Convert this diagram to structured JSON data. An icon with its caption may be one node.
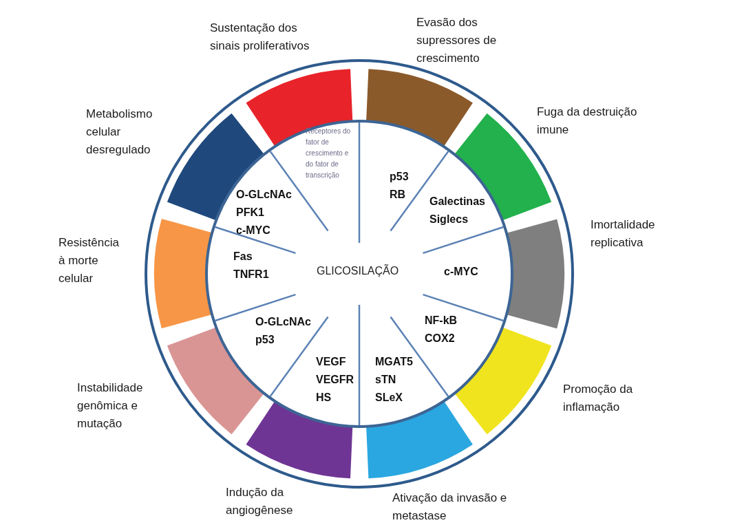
{
  "diagram": {
    "nodes": [
      {
        "text": [
          "Sustentação dos sinais proliferativos"
        ]
      },
      {
        "text": [
          "Evasão dos supressores de crescimento"
        ]
      },
      {
        "text": [
          "Fuga da destruição imune"
        ]
      },
      {
        "text": [
          "Imortalidade replicativa"
        ]
      },
      {
        "text": [
          "Promoção da inflamação"
        ]
      },
      {
        "text": [
          "Ativação da invasão e metastase"
        ]
      },
      {
        "text": [
          "Indução da angiogênese"
        ]
      },
      {
        "text": [
          "Instabilidade genômica e mutação"
        ]
      },
      {
        "text": [
          "Resistência à morte celular"
        ]
      },
      {
        "text": [
          "Metabolismo celular desregulado"
        ]
      },
      {
        "text": [
          "Receptores do fator de crescimento e do fator de transcrição"
        ]
      },
      {
        "text": [
          "p53",
          "RB"
        ]
      },
      {
        "text": [
          "Galectinas",
          "Siglecs"
        ]
      },
      {
        "text": [
          "c-MYC"
        ]
      },
      {
        "text": [
          "NF-kB",
          "COX2"
        ]
      },
      {
        "text": [
          "MGAT5",
          "sTN",
          "SLeX"
        ]
      },
      {
        "text": [
          "VEGF",
          "VEGFR",
          "HS"
        ]
      },
      {
        "text": [
          "O-GLcNAc",
          "p53"
        ]
      },
      {
        "text": [
          "Fas",
          "TNFR1"
        ]
      },
      {
        "text": [
          "O-GLcNAc",
          "PFK1",
          "c-MYC"
        ]
      },
      {
        "text": [
          "GLICOSILAÇÃO"
        ]
      }
    ],
    "edges": []
  }
}
